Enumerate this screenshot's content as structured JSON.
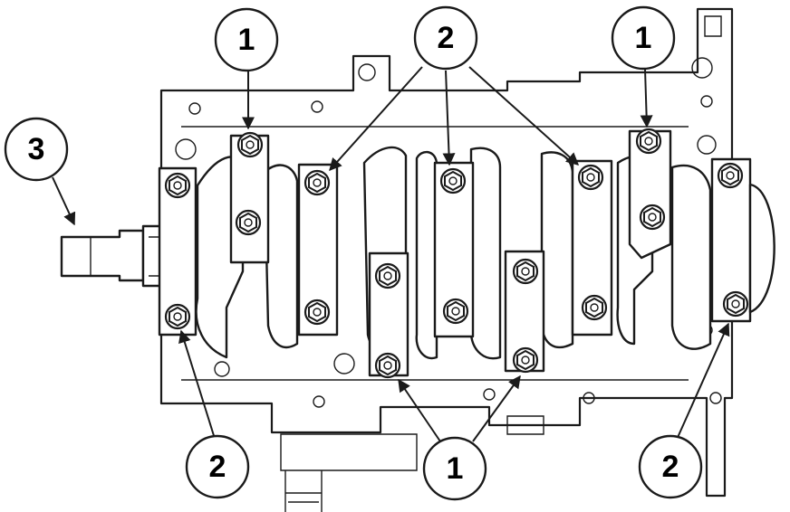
{
  "callouts": [
    {
      "id": "c1",
      "label": "1"
    },
    {
      "id": "c2",
      "label": "2"
    },
    {
      "id": "c3",
      "label": "1"
    },
    {
      "id": "c4",
      "label": "3"
    },
    {
      "id": "c5",
      "label": "2"
    },
    {
      "id": "c6",
      "label": "1"
    },
    {
      "id": "c7",
      "label": "2"
    }
  ],
  "colors": {
    "line": "#1a1a1a",
    "background": "#ffffff"
  }
}
